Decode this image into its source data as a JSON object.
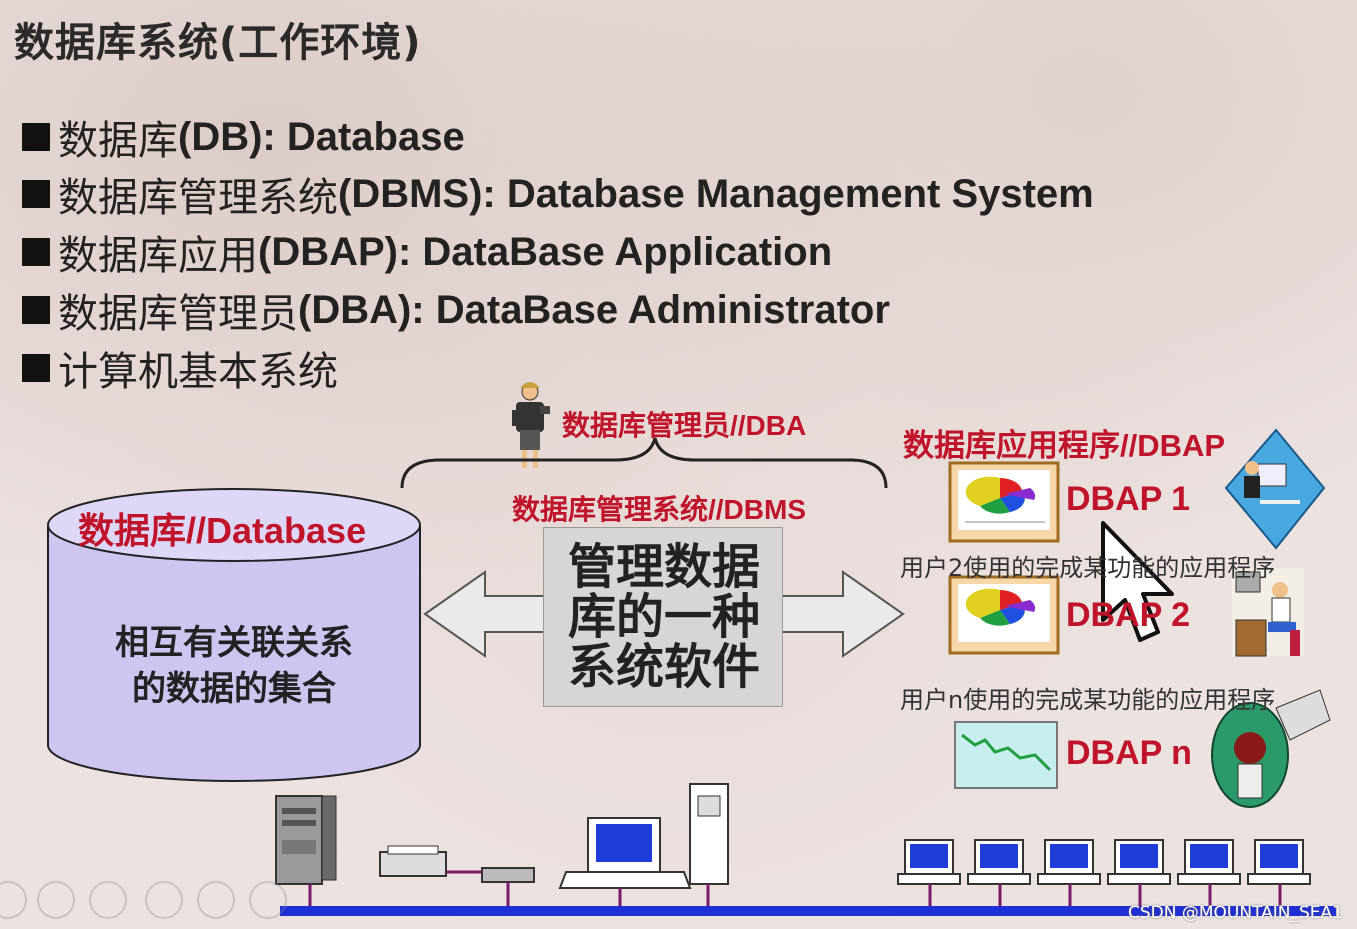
{
  "slide": {
    "title": "数据库系统(工作环境)"
  },
  "bullets": [
    {
      "cn": "数据库",
      "en": "(DB): Database"
    },
    {
      "cn": "数据库管理系统",
      "en": "(DBMS): Database Management System"
    },
    {
      "cn": "数据库应用",
      "en": "(DBAP): DataBase Application"
    },
    {
      "cn": "数据库管理员",
      "en": "(DBA): DataBase Administrator"
    },
    {
      "cn": "计算机基本系统",
      "en": ""
    }
  ],
  "diagram": {
    "dba_label": "数据库管理员//DBA",
    "dbms_label": "数据库管理系统//DBMS",
    "dbap_title": "数据库应用程序//DBAP",
    "database_label": "数据库//Database",
    "database_caption_line1": "相互有关联关系",
    "database_caption_line2": "的数据的集合",
    "dbms_box_line1": "管理数据",
    "dbms_box_line2": "库的一种",
    "dbms_box_line3": "系统软件",
    "apps": [
      {
        "label": "DBAP 1"
      },
      {
        "label": "DBAP 2"
      },
      {
        "label": "DBAP n"
      }
    ],
    "user2_caption": "用户2使用的完成某功能的应用程序",
    "usern_caption": "用户n使用的完成某功能的应用程序"
  },
  "colors": {
    "accent_red": "#c0142a",
    "network_blue": "#1f2fd6",
    "network_purple": "#7a1a6a"
  },
  "watermark": "CSDN @MOUNTAIN_SEA1"
}
